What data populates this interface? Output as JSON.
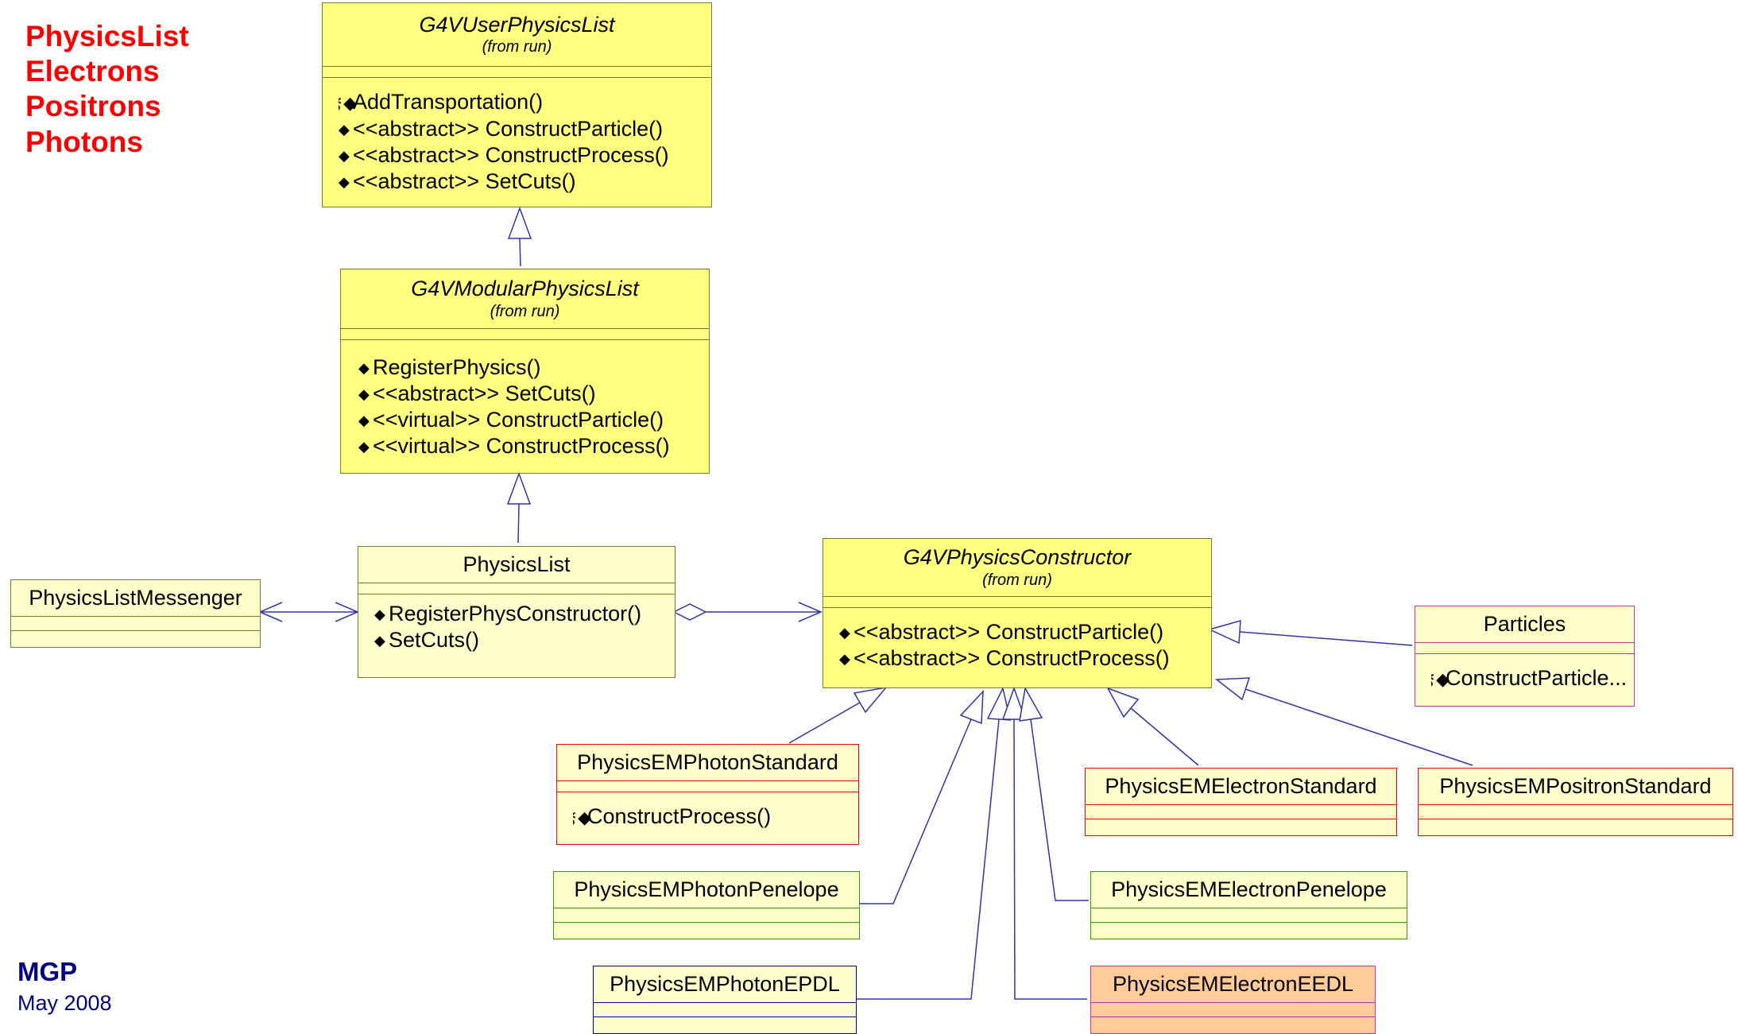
{
  "title_lines": [
    "PhysicsList",
    "Electrons",
    "Positrons",
    "Photons"
  ],
  "signature": {
    "author": "MGP",
    "date": "May 2008"
  },
  "colors": {
    "yellow": "#ffff80",
    "light_yellow": "#ffffcc",
    "salmon": "#ffcc99",
    "edge": "#3333aa",
    "border_olive": "#7a7a2a",
    "border_red": "#ff0000",
    "border_green": "#339900",
    "border_blue": "#000099",
    "border_pink": "#cc3399"
  },
  "classes": {
    "user_physics_list": {
      "name": "G4VUserPhysicsList",
      "package": "(from run)",
      "operations": [
        {
          "icon": "key-diamond-icon",
          "text": "AddTransportation()"
        },
        {
          "icon": "diamond-icon",
          "text": "<<abstract>> ConstructParticle()"
        },
        {
          "icon": "diamond-icon",
          "text": "<<abstract>> ConstructProcess()"
        },
        {
          "icon": "diamond-icon",
          "text": "<<abstract>> SetCuts()"
        }
      ]
    },
    "modular_physics_list": {
      "name": "G4VModularPhysicsList",
      "package": "(from run)",
      "operations": [
        {
          "icon": "diamond-icon",
          "text": "RegisterPhysics()"
        },
        {
          "icon": "diamond-icon",
          "text": "<<abstract>> SetCuts()"
        },
        {
          "icon": "diamond-icon",
          "text": "<<virtual>> ConstructParticle()"
        },
        {
          "icon": "diamond-icon",
          "text": "<<virtual>> ConstructProcess()"
        }
      ]
    },
    "physics_list": {
      "name": "PhysicsList",
      "operations": [
        {
          "icon": "diamond-icon",
          "text": "RegisterPhysConstructor()"
        },
        {
          "icon": "diamond-icon",
          "text": "SetCuts()"
        }
      ]
    },
    "physics_list_messenger": {
      "name": "PhysicsListMessenger"
    },
    "physics_constructor": {
      "name": "G4VPhysicsConstructor",
      "package": "(from run)",
      "operations": [
        {
          "icon": "diamond-icon",
          "text": "<<abstract>> ConstructParticle()"
        },
        {
          "icon": "diamond-icon",
          "text": "<<abstract>> ConstructProcess()"
        }
      ]
    },
    "particles": {
      "name": "Particles",
      "operations": [
        {
          "icon": "key-diamond-icon",
          "text": "ConstructParticle..."
        }
      ]
    },
    "photon_standard": {
      "name": "PhysicsEMPhotonStandard",
      "operations": [
        {
          "icon": "key-diamond-icon",
          "text": "ConstructProcess()"
        }
      ]
    },
    "electron_standard": {
      "name": "PhysicsEMElectronStandard"
    },
    "positron_standard": {
      "name": "PhysicsEMPositronStandard"
    },
    "photon_penelope": {
      "name": "PhysicsEMPhotonPenelope"
    },
    "electron_penelope": {
      "name": "PhysicsEMElectronPenelope"
    },
    "photon_epdl": {
      "name": "PhysicsEMPhotonEPDL"
    },
    "electron_eedl": {
      "name": "PhysicsEMElectronEEDL"
    }
  },
  "relations": [
    {
      "type": "generalization",
      "from": "modular_physics_list",
      "to": "user_physics_list"
    },
    {
      "type": "generalization",
      "from": "physics_list",
      "to": "modular_physics_list"
    },
    {
      "type": "association",
      "from": "physics_list_messenger",
      "to": "physics_list"
    },
    {
      "type": "aggregation",
      "from": "physics_list",
      "to": "physics_constructor"
    },
    {
      "type": "generalization",
      "from": "particles",
      "to": "physics_constructor"
    },
    {
      "type": "generalization",
      "from": "photon_standard",
      "to": "physics_constructor"
    },
    {
      "type": "generalization",
      "from": "electron_standard",
      "to": "physics_constructor"
    },
    {
      "type": "generalization",
      "from": "positron_standard",
      "to": "physics_constructor"
    },
    {
      "type": "generalization",
      "from": "photon_penelope",
      "to": "physics_constructor"
    },
    {
      "type": "generalization",
      "from": "electron_penelope",
      "to": "physics_constructor"
    },
    {
      "type": "generalization",
      "from": "photon_epdl",
      "to": "physics_constructor"
    },
    {
      "type": "generalization",
      "from": "electron_eedl",
      "to": "physics_constructor"
    }
  ]
}
